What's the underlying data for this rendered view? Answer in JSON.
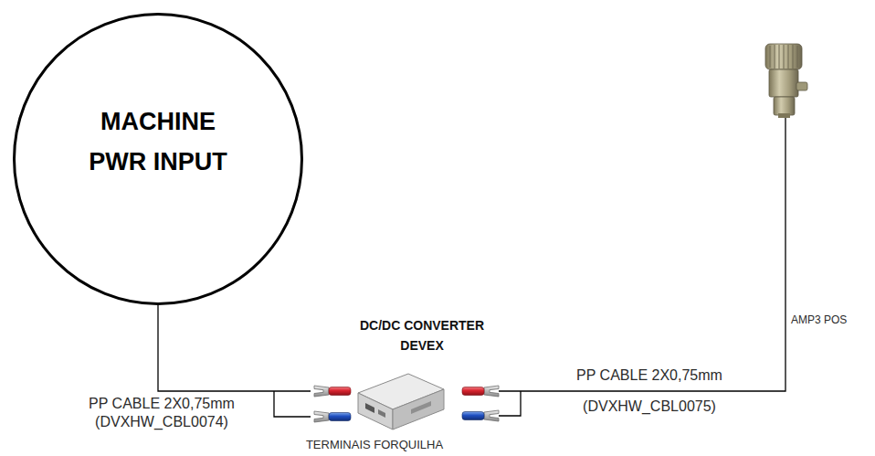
{
  "diagram": {
    "nodes": [
      {
        "text": [
          "MACHINE PWR INPUT"
        ]
      },
      {
        "text": [
          "DC/DC CONVERTER DEVEX"
        ]
      }
    ],
    "edges": [
      {
        "from": 0,
        "to": 1,
        "arrow": "none",
        "label": "PP CABLE 2X0,75mm (DVXHW_CBL0074)"
      }
    ],
    "labels": [
      "AMP3 POS",
      "PP CABLE 2X0,75mm (DVXHW_CBL0075)",
      "TERMINAIS FORQUILHA"
    ]
  }
}
